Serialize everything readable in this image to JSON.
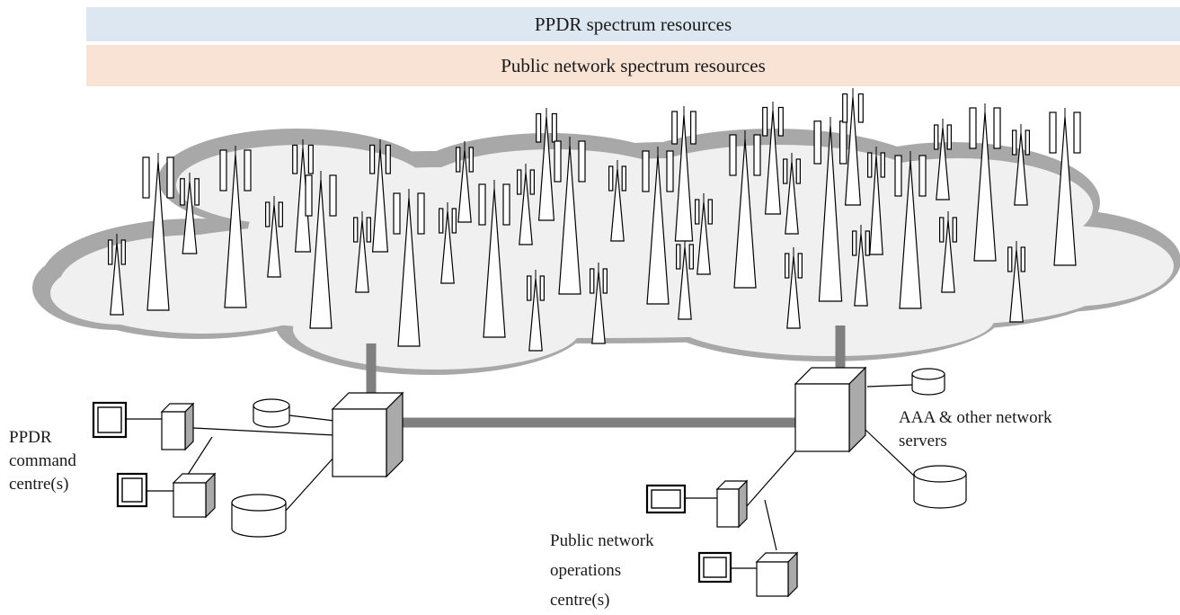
{
  "bands": {
    "ppdr": {
      "text": "PPDR spectrum resources",
      "color": "#dde7f1"
    },
    "public": {
      "text": "Public network spectrum resources",
      "color": "#f8e3d5"
    }
  },
  "labels": {
    "ppdr_centre": [
      "PPDR",
      "command",
      "centre(s)"
    ],
    "public_ops": [
      "Public network",
      "operations",
      "centre(s)"
    ],
    "aaa": [
      "AAA & other network",
      "servers"
    ]
  },
  "colors": {
    "cloud_fill": "#f0f0f0",
    "cloud_shadow": "#a8a8a8",
    "link": "#808080",
    "tower_stroke": "#000000"
  }
}
